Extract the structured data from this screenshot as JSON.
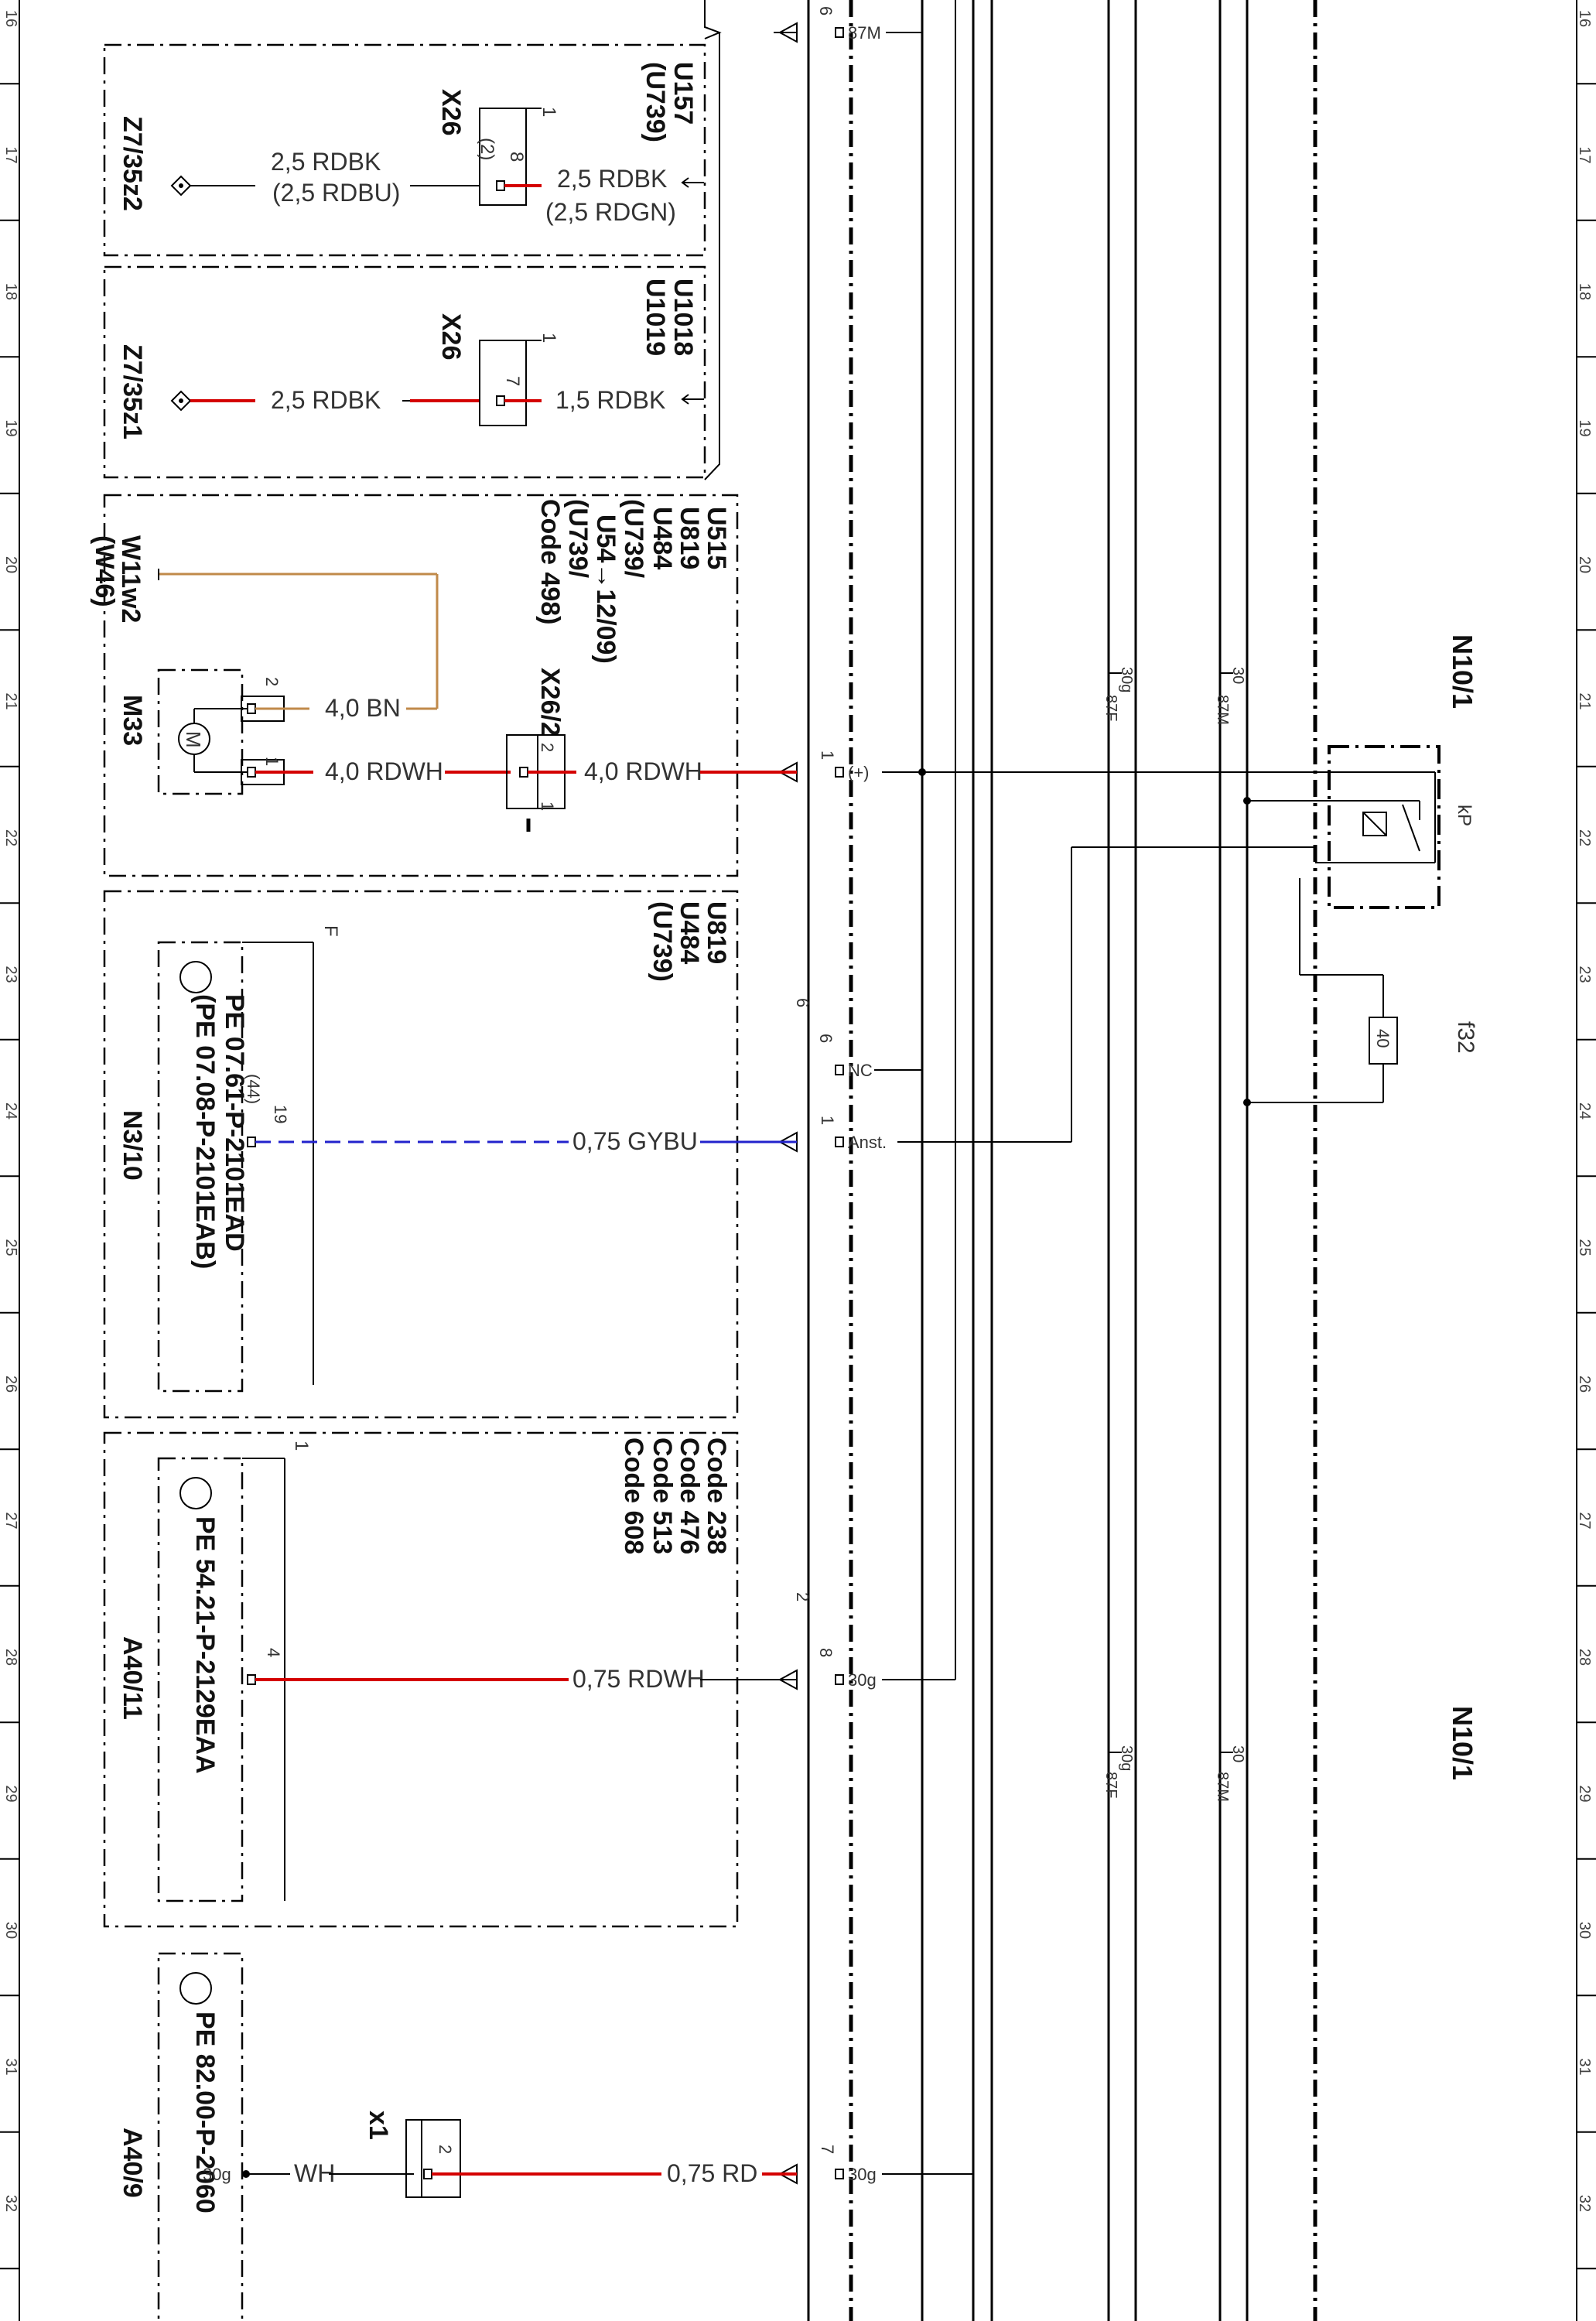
{
  "rows": [
    "16",
    "17",
    "18",
    "19",
    "20",
    "21",
    "22",
    "23",
    "24",
    "25",
    "26",
    "27",
    "28",
    "29",
    "30",
    "31",
    "32"
  ],
  "blocks": {
    "u157": {
      "codes": [
        "U157",
        "(U739)"
      ],
      "left_ref": "Z7/35z2",
      "left_wire": "2,5 RDBK",
      "left_wire_alt": "(2,5 RDBU)",
      "connector": "X26",
      "pin": "8",
      "pin_alt": "(2)",
      "pin_side": "1",
      "right_wire": "2,5 RDBK",
      "right_wire_alt": "(2,5 RDGN)"
    },
    "u1018": {
      "codes": [
        "U1018",
        "U1019"
      ],
      "left_ref": "Z7/35z1",
      "left_wire": "2,5 RDBK",
      "connector": "X26",
      "pin": "7",
      "pin_side": "1",
      "right_wire": "1,5 RDBK"
    },
    "u515": {
      "codes": [
        "U515",
        "U819",
        "U484",
        "(U739/",
        "U54→12/09)",
        "(U739/",
        "Code 498)"
      ],
      "connector": "X26/2",
      "component": "M33",
      "harness": "W11w2",
      "harness_alt": "(W46)",
      "pin_a": "2",
      "pin_b": "1",
      "wire_bn": "4,0 BN",
      "wire_rdwh_left": "4,0 RDWH",
      "wire_rdwh_right": "4,0 RDWH",
      "conn_pin_2": "2",
      "conn_pin_1": "1",
      "motor_symbol": "M"
    },
    "u819": {
      "codes": [
        "U819",
        "U484",
        "(U739)"
      ],
      "component": "N3/10",
      "pe_refs": [
        "PE 07.61-P-2101EAD",
        "(PE 07.08-P-2101EAB)"
      ],
      "pin": "19",
      "pin_alt": "(44)",
      "corner": "F",
      "wire": "0,75 GYBU"
    },
    "code238": {
      "codes": [
        "Code 238",
        "Code 476",
        "Code 513",
        "Code 608"
      ],
      "component": "A40/11",
      "pe_ref": "PE 54.21-P-2129EAA",
      "pin": "4",
      "corner": "1",
      "wire": "0,75 RDWH"
    },
    "a409": {
      "component": "A40/9",
      "pe_ref": "PE 82.00-P-2060",
      "connector": "x1",
      "pin": "2",
      "term": "30g",
      "wire_wh": "WH",
      "wire_rd": "0,75 RD"
    }
  },
  "n10": {
    "ref_top": "N10/1",
    "ref_bottom": "N10/1",
    "relay": "kP",
    "fuse_ref": "f32",
    "fuse_value": "40",
    "pin_top_6": "6",
    "pin_top_term": "87M",
    "pin_1": "1",
    "pin_plus": "(+)",
    "pin_6": "6",
    "pin_6_side": "6",
    "pin_nc": "NC",
    "pin_anst_1": "1",
    "pin_anst": "Anst.",
    "pin_8": "8",
    "pin_8_side": "2",
    "pin_30g_a": "30g",
    "pin_7": "7",
    "pin_30g_b": "30g",
    "bus_labels": [
      "87F",
      "30g",
      "87M",
      "30"
    ]
  }
}
